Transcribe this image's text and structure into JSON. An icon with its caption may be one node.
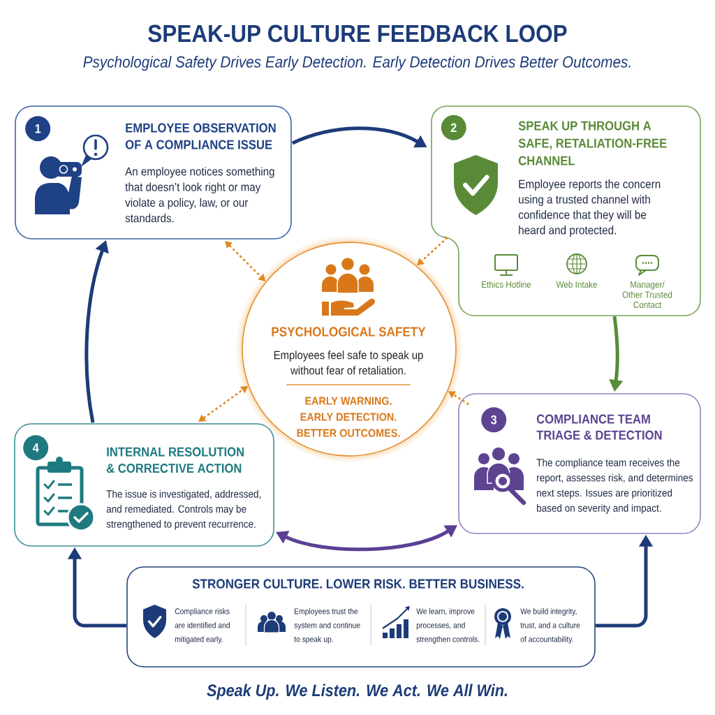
{
  "diagram": {
    "title": "SPEAK-UP CULTURE FEEDBACK LOOP",
    "caption": "Speak Up. We Listen. We Act. We All Win.",
    "nodes": [
      {
        "text": [
          "EMPLOYEE OBSERVATION OF A COMPLIANCE ISSUE",
          "An employee notices something that doesn’t look right or may violate a policy, law, or our standards."
        ]
      },
      {
        "text": [
          "1"
        ],
        "in": 0
      },
      {
        "text": [
          "SPEAK UP THROUGH A SAFE, RETALIATION-FREE CHANNEL",
          "Employee reports the concern using a trusted channel with confidence that they will be heard and protected.",
          "Ethics Hotline",
          "Web Intake",
          "Manager/ Other Trusted Contact"
        ]
      },
      {
        "text": [
          "2"
        ],
        "in": 2
      },
      {
        "text": [
          "PSYCHOLOGICAL SAFETY",
          "Employees feel safe to speak up without fear of retaliation.",
          "EARLY WARNING. EARLY DETECTION. BETTER OUTCOMES."
        ]
      },
      {
        "text": [
          "COMPLIANCE TEAM TRIAGE & DETECTION",
          "The compliance team receives the report, assesses risk, and determines next steps. Issues are prioritized based on severity and impact."
        ]
      },
      {
        "text": [
          "3"
        ],
        "in": 5
      },
      {
        "text": [
          "INTERNAL RESOLUTION & CORRECTIVE ACTION",
          "The issue is investigated, addressed, and remediated. Controls may be strengthened to prevent recurrence."
        ]
      },
      {
        "text": [
          "4"
        ],
        "in": 7
      },
      {
        "text": [
          "STRONGER CULTURE. LOWER RISK. BETTER BUSINESS.",
          "Compliance risks are identified and mitigated early.",
          "Employees trust the system and continue to speak up.",
          "We learn, improve processes, and strengthen controls.",
          "We build integrity, trust, and a culture of accountability."
        ]
      }
    ],
    "edges": [
      {
        "from": 0,
        "to": 2,
        "arrow": "to"
      },
      {
        "from": 2,
        "to": 5,
        "arrow": "to",
        "color": "#5a8b36"
      },
      {
        "from": 5,
        "to": 7,
        "arrow": "both",
        "color": "#5b3f94"
      },
      {
        "from": 7,
        "to": 0,
        "arrow": "to"
      },
      {
        "from": 9,
        "to": 7,
        "arrow": "to"
      },
      {
        "from": 9,
        "to": 5,
        "arrow": "to"
      },
      {
        "from": 0,
        "to": 4,
        "arrow": "both",
        "style": "dashed",
        "color": "#e08a22"
      },
      {
        "from": 2,
        "to": 4,
        "arrow": "to",
        "style": "dashed",
        "color": "#e08a22"
      },
      {
        "from": 7,
        "to": 4,
        "arrow": "both",
        "style": "dashed",
        "color": "#e08a22"
      },
      {
        "from": 5,
        "to": 4,
        "arrow": "to",
        "style": "dashed",
        "color": "#e08a22"
      }
    ],
    "labels": [
      "Psychological Safety Drives Early Detection. Early Detection Drives Better Outcomes."
    ]
  }
}
